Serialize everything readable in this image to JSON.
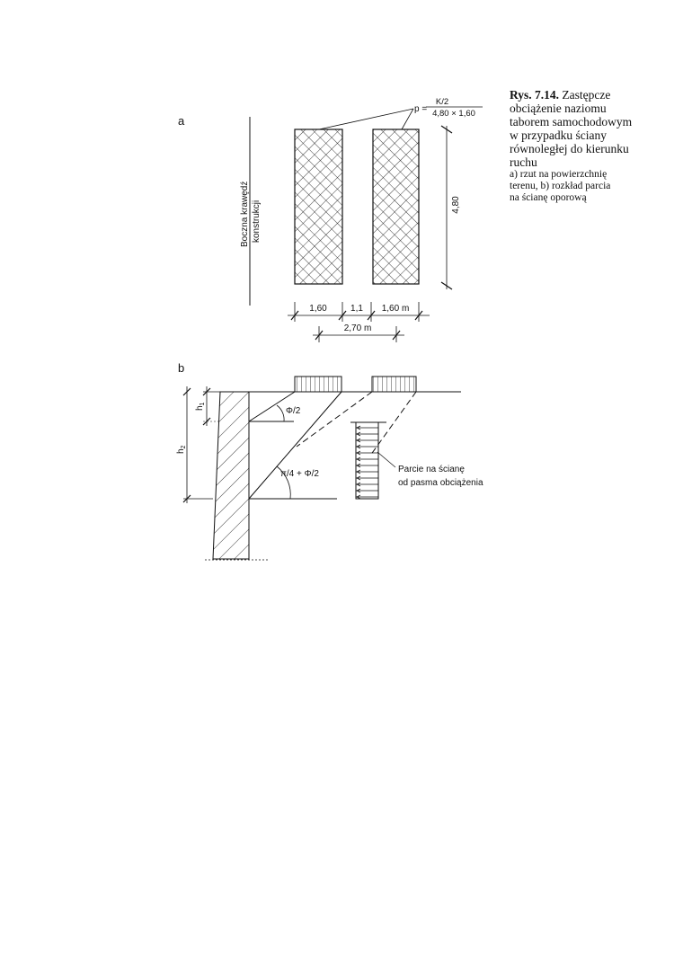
{
  "figure": {
    "panel_a_label": "a",
    "panel_b_label": "b",
    "edge_label_line1": "Boczna krawędź",
    "edge_label_line2": "konstrukcji",
    "formula_p": "p =",
    "formula_numerator": "K/2",
    "formula_denominator": "4,80 × 1,60",
    "dim_height": "4,80",
    "dim_width1": "1,60",
    "dim_gap": "1,1",
    "dim_width2": "1,60 m",
    "dim_axis": "2,70 m",
    "h1": "h",
    "h1_sub": "1",
    "h2": "h",
    "h2_sub": "2",
    "angle1": "Φ/2",
    "angle2": "π/4 + Φ/2",
    "pressure_label_line1": "Parcie na ścianę",
    "pressure_label_line2": "od pasma obciążenia"
  },
  "caption": {
    "number": "Rys. 7.14.",
    "title_lines": [
      "Zastępcze",
      "obciążenie naziomu",
      "taborem samochodowym",
      "w przypadku ściany",
      "równoległej do kierunku",
      "ruchu"
    ],
    "sub_lines": [
      "a) rzut na powierzchnię",
      "terenu, b) rozkład parcia",
      "na ścianę oporową"
    ]
  }
}
